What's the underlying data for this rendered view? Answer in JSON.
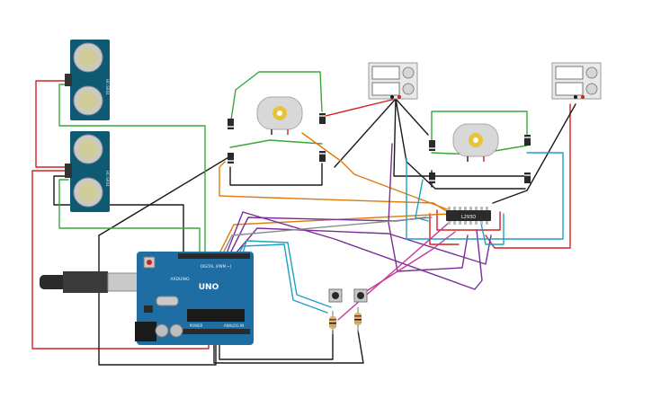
{
  "board": {
    "name": "UNO",
    "brand": "ARDUINO",
    "header_digital": "DIGITAL (PWM ~)",
    "header_power": "POWER",
    "header_analog": "ANALOG IN"
  },
  "driver_chip": {
    "label": "L293D"
  },
  "sensors": [
    {
      "label": "HC-SR04"
    },
    {
      "label": "HC-SR04"
    }
  ],
  "colors": {
    "board": "#1f6ea3",
    "sensor": "#0f5a73",
    "chip": "#2b2b2b",
    "motor": "#d8d8d8",
    "battery": "#e9e9e9",
    "wire_red": "#d32020",
    "wire_black": "#1a1a1a",
    "wire_green": "#37a83a",
    "wire_orange": "#e07b10",
    "wire_purple": "#7a2d96",
    "wire_cyan": "#1f9fc4",
    "wire_magenta": "#c23aa0",
    "wire_gray": "#8c8c8c"
  },
  "icons": [
    "usb-cable-icon",
    "dc-motor-icon",
    "battery-pack-icon",
    "push-button-icon",
    "resistor-icon",
    "diode-icon"
  ]
}
